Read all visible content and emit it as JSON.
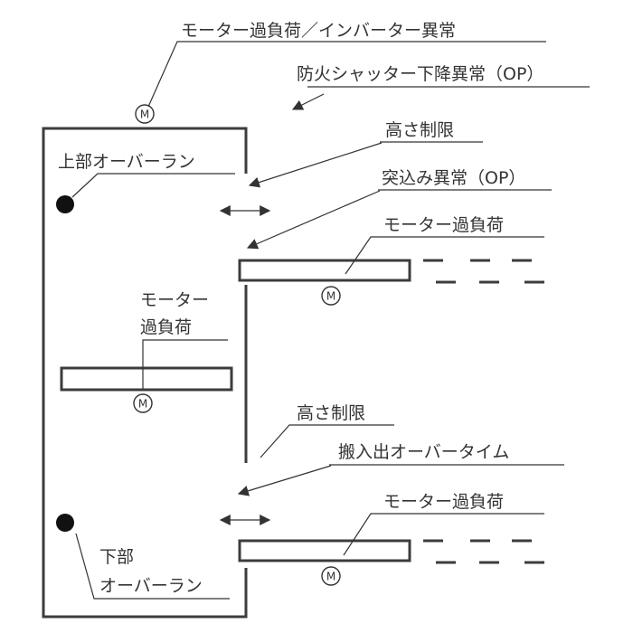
{
  "labels": {
    "top_motor": "モーター過負荷／インバーター異常",
    "fire_shutter": "防火シャッター下降異常（OP）",
    "upper_over_run": "上部オーバーラン",
    "height_limit_upper": "高さ制限",
    "protrusion_error": "突込み異常（OP）",
    "upper_right_motor": "モーター過負荷",
    "left_motor_line1": "モーター",
    "left_motor_line2": "過負荷",
    "height_limit_lower": "高さ制限",
    "carry_timeout": "搬入出オーバータイム",
    "lower_right_motor": "モーター過負荷",
    "lower_over_run_line1": "下部",
    "lower_over_run_line2": "オーバーラン"
  },
  "motor_symbol": "M",
  "icons": {
    "motor": "motor-icon",
    "sensor": "sensor-dot-icon",
    "arrow": "arrow-icon",
    "double_arrow": "double-arrow-icon"
  },
  "colors": {
    "line": "#333333",
    "frame": "#3c3c3c",
    "background": "#ffffff"
  }
}
